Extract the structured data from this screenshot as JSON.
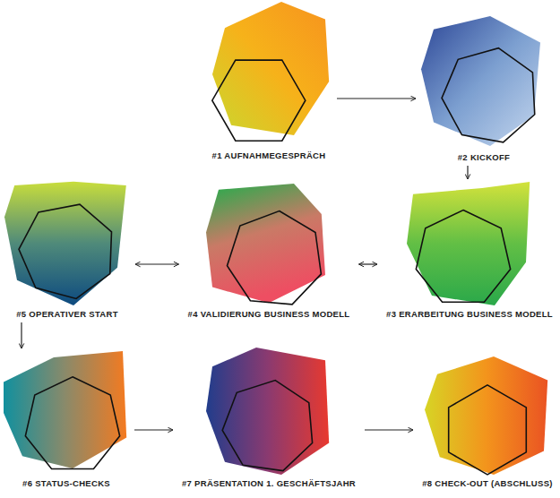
{
  "diagram": {
    "nodes": [
      {
        "text": [
          "#1 AUFNAHMEGESPRÄCH"
        ]
      },
      {
        "text": [
          "#2 KICKOFF"
        ]
      },
      {
        "text": [
          "#3 ERARBEITUNG BUSINESS MODELL"
        ]
      },
      {
        "text": [
          "#4 VALIDIERUNG BUSINESS MODELL"
        ]
      },
      {
        "text": [
          "#5 OPERATIVER START"
        ]
      },
      {
        "text": [
          "#6 STATUS-CHECKS"
        ]
      },
      {
        "text": [
          "#7 PRÄSENTATION 1. GESCHÄFTSJAHR"
        ]
      },
      {
        "text": [
          "#8 CHECK-OUT (ABSCHLUSS)"
        ]
      }
    ],
    "edges": [
      {
        "from": 0,
        "to": 1,
        "arrow": "to"
      },
      {
        "from": 1,
        "to": 2,
        "arrow": "to"
      },
      {
        "from": 2,
        "to": 3,
        "arrow": "both"
      },
      {
        "from": 3,
        "to": 4,
        "arrow": "both"
      },
      {
        "from": 4,
        "to": 5,
        "arrow": "to"
      },
      {
        "from": 5,
        "to": 6,
        "arrow": "to"
      },
      {
        "from": 6,
        "to": 7,
        "arrow": "to"
      }
    ]
  }
}
